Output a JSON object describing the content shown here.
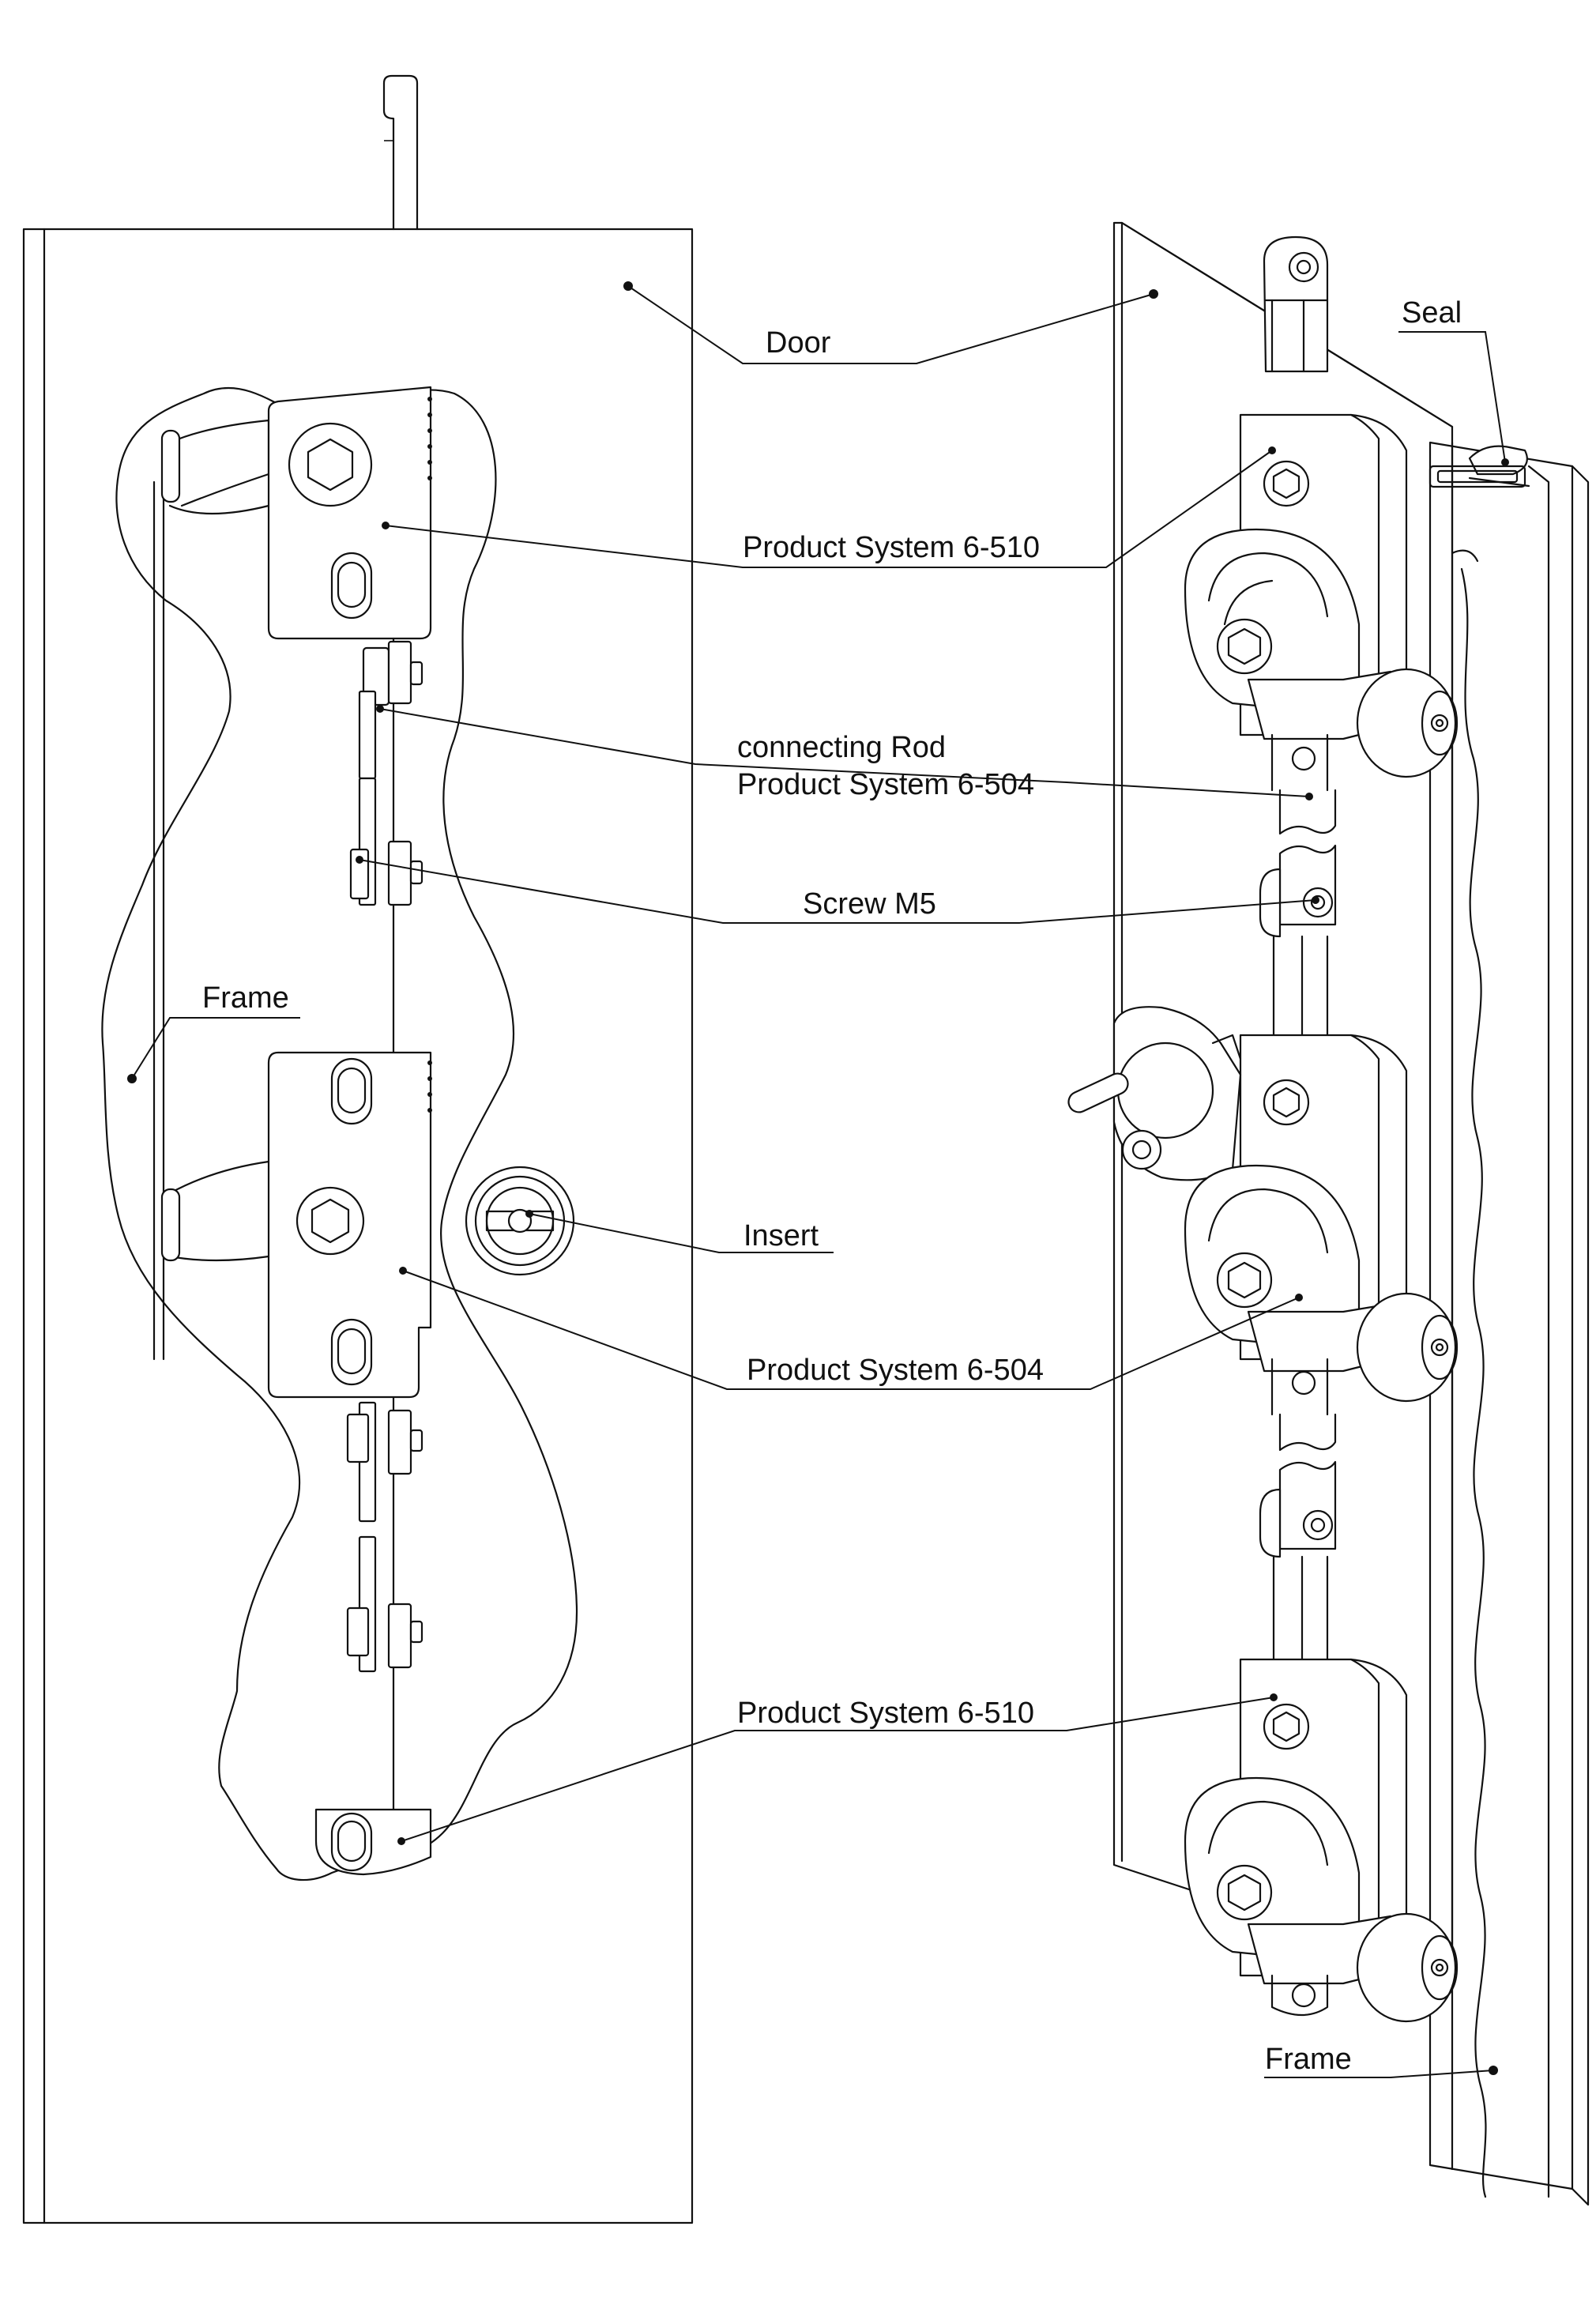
{
  "labels": {
    "door": "Door",
    "seal": "Seal",
    "product_system_6_510_top": "Product System 6-510",
    "connecting_rod_line1": "connecting Rod",
    "connecting_rod_line2": "Product System 6-504",
    "screw_m5": "Screw M5",
    "frame_left": "Frame",
    "insert": "Insert",
    "product_system_6_504": "Product System 6-504",
    "product_system_6_510_bottom": "Product System 6-510",
    "frame_right": "Frame"
  }
}
